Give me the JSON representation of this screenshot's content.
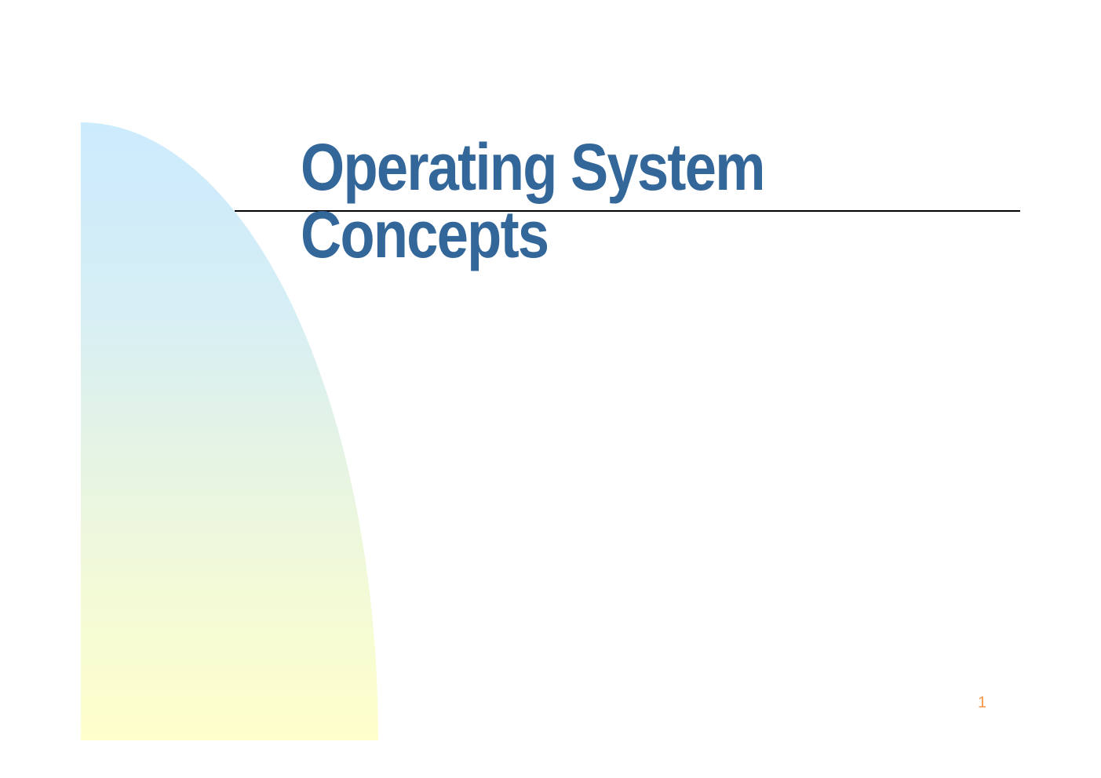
{
  "slide": {
    "title_lines": [
      "Operating System",
      "Concepts"
    ],
    "page_number": "1"
  },
  "colors": {
    "title": "#336699",
    "rule": "#000000",
    "page_number": "#F79646",
    "gradient_top": "#CCEBFD",
    "gradient_bottom": "#FFFFCC",
    "background": "#FFFFFF"
  }
}
